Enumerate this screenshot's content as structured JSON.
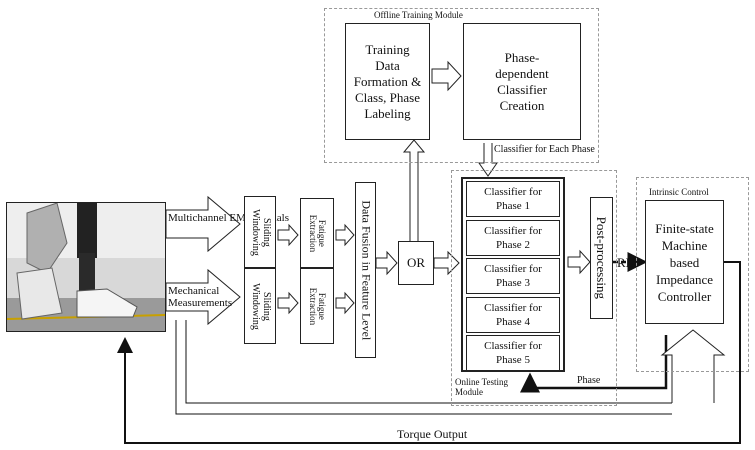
{
  "offline_module": {
    "title": "Offline Training Module",
    "training_box": "Training Data Formation & Class, Phase Labeling",
    "classifier_box": "Phase-dependent Classifier Creation",
    "classifier_for_each_phase": "Classifier for Each Phase"
  },
  "inputs": {
    "emg": "Multichannel EMG Signals",
    "mechanical": "Mechanical Measurements"
  },
  "processing": {
    "sliding_windowing_1": "Sliding Windowing",
    "sliding_windowing_2": "Sliding Windowing",
    "fatigue_extraction_1": "Fatigue Extraction",
    "fatigue_extraction_2": "Fatigue Extraction",
    "data_fusion": "Data Fusion in Feature Level",
    "or": "OR"
  },
  "online_module": {
    "title": "Online Testing Module",
    "classifiers": [
      "Classifier for Phase 1",
      "Classifier for Phase 2",
      "Classifier for Phase 3",
      "Classifier for Phase 4",
      "Classifier for Phase 5"
    ],
    "post_processing": "Post-processing",
    "rl": "RL",
    "phase": "Phase"
  },
  "intrinsic_control": {
    "title": "Intrinsic Control",
    "controller": "Finite-state Machine based Impedance Controller"
  },
  "torque_output": "Torque Output",
  "colors": {
    "line": "#111111",
    "dash": "#999999",
    "photo_bg": "#d8d8d8"
  }
}
